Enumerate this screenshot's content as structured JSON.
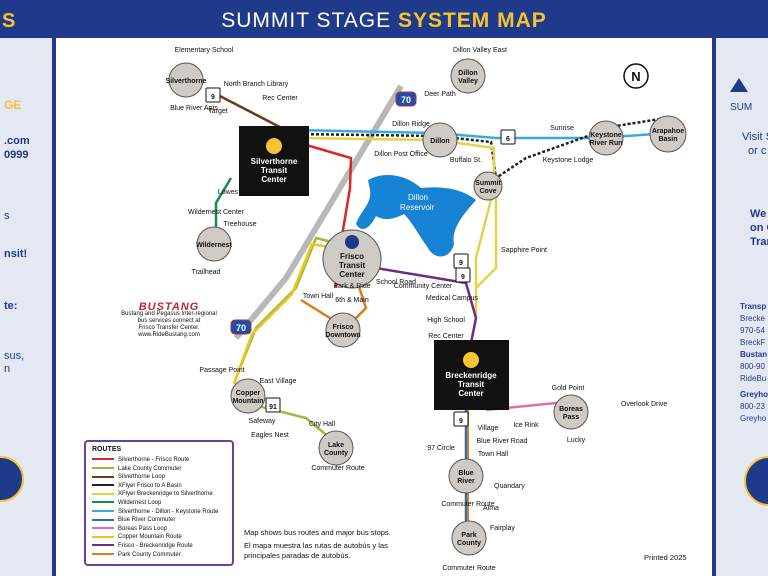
{
  "header": {
    "title_main": "SUMMIT STAGE ",
    "title_highlight": "SYSTEM MAP",
    "left_edge": "S"
  },
  "transit_centers": [
    {
      "id": "silverthorne",
      "lines": [
        "Silverthorne",
        "Transit",
        "Center"
      ]
    },
    {
      "id": "frisco",
      "lines": [
        "Frisco",
        "Transit",
        "Center"
      ]
    },
    {
      "id": "breckenridge",
      "lines": [
        "Breckenridge",
        "Transit",
        "Center"
      ]
    }
  ],
  "stations": [
    {
      "id": "silverthorne",
      "lines": [
        "Silverthorne"
      ]
    },
    {
      "id": "dillon-valley",
      "lines": [
        "Dillon",
        "Valley"
      ]
    },
    {
      "id": "dillon",
      "lines": [
        "Dillon"
      ]
    },
    {
      "id": "summit-cove",
      "lines": [
        "Summit",
        "Cove"
      ]
    },
    {
      "id": "keystone",
      "lines": [
        "Keystone",
        "River Run"
      ]
    },
    {
      "id": "arapahoe",
      "lines": [
        "Arapahoe",
        "Basin"
      ]
    },
    {
      "id": "wildernest",
      "lines": [
        "Wildernest"
      ]
    },
    {
      "id": "frisco-downtown",
      "lines": [
        "Frisco",
        "Downtown"
      ]
    },
    {
      "id": "copper",
      "lines": [
        "Copper",
        "Mountain"
      ]
    },
    {
      "id": "lake-county",
      "lines": [
        "Lake",
        "County"
      ]
    },
    {
      "id": "boreas",
      "lines": [
        "Boreas",
        "Pass"
      ]
    },
    {
      "id": "blue-river",
      "lines": [
        "Blue",
        "River"
      ]
    },
    {
      "id": "park-county",
      "lines": [
        "Park",
        "County"
      ]
    }
  ],
  "stops": [
    "Elementary School",
    "North Branch Library",
    "Rec Center",
    "Blue River Apts",
    "Target",
    "Dillon Valley East",
    "Deer Path",
    "Dillon Ridge",
    "Dillon Post Office",
    "Buffalo St.",
    "Sunrise",
    "Keystone Lodge",
    "Lowes",
    "Wildernest Center",
    "Treehouse",
    "Trailhead",
    "Sapphire Point",
    "Park & Ride",
    "School Road",
    "Community Center",
    "Medical Campus",
    "Town Hall",
    "6th & Main",
    "High School",
    "Rec Center",
    "Passage Point",
    "East Village",
    "Safeway",
    "Eagles Nest",
    "City Hall",
    "Commuter Route",
    "Gold Point",
    "Overlook Drive",
    "Ice Rink",
    "Lucky",
    "Village",
    "Blue River Road",
    "97 Circle",
    "Town Hall",
    "Commuter Route",
    "Quandary",
    "Alma",
    "Fairplay",
    "Commuter Route"
  ],
  "highways": [
    "70",
    "70",
    "9",
    "9",
    "6",
    "9",
    "91",
    "9"
  ],
  "reservoir": [
    "Dillon",
    "Reservoir"
  ],
  "compass": "N",
  "bustang": {
    "logo": "BUSTANG",
    "lines": [
      "Bustang and Pegasus Inter-regional",
      "bus services connect at",
      "Frisco Transfer Center.",
      "www.RideBustang.com"
    ]
  },
  "legend": {
    "title": "ROUTES",
    "items": [
      {
        "label": "Silverthorne - Frisco Route",
        "color": "#d62828"
      },
      {
        "label": "Lake County Commuter",
        "color": "#9bbb3c"
      },
      {
        "label": "Silverthorne Loop",
        "color": "#6b3a1f"
      },
      {
        "label": "XFlyer Frisco to A Basin",
        "color": "#222222"
      },
      {
        "label": "XFlyer Breckenridge to Silverthorne",
        "color": "#e3d34a"
      },
      {
        "label": "Wildernest Loop",
        "color": "#1a8a4a"
      },
      {
        "label": "Silverthorne - Dillon - Keystone Route",
        "color": "#3fa9df"
      },
      {
        "label": "Blue River Commuter",
        "color": "#2e6fbf"
      },
      {
        "label": "Boreas Pass Loop",
        "color": "#e36fa8"
      },
      {
        "label": "Copper Mountain Route",
        "color": "#f0c419"
      },
      {
        "label": "Frisco - Breckenridge Route",
        "color": "#6c2c8f"
      },
      {
        "label": "Park County Commuter",
        "color": "#e07b1a"
      }
    ]
  },
  "notes": {
    "en": "Map shows bus routes and major bus stops.",
    "es1": "El mapa muestra las rutas de autobús y las",
    "es2": "principales paradas de autobús."
  },
  "printed": "Printed 2025",
  "left_panel": [
    "GE",
    ".com",
    "0999",
    "s",
    "nsit!",
    "te:",
    "sus,",
    "n"
  ],
  "right_panel": [
    "SUM",
    "Visit S",
    "or c",
    "We",
    "on C",
    "Trans",
    "Transp",
    "Brecke",
    "970-54",
    "BreckF",
    "Bustan",
    "800-90",
    "RideBu",
    "Greyho",
    "800-23",
    "Greyho"
  ],
  "colors": {
    "brand": "#1f3a8a",
    "accent": "#f6c431",
    "station": "#cfcac4",
    "tc": "#111111"
  }
}
